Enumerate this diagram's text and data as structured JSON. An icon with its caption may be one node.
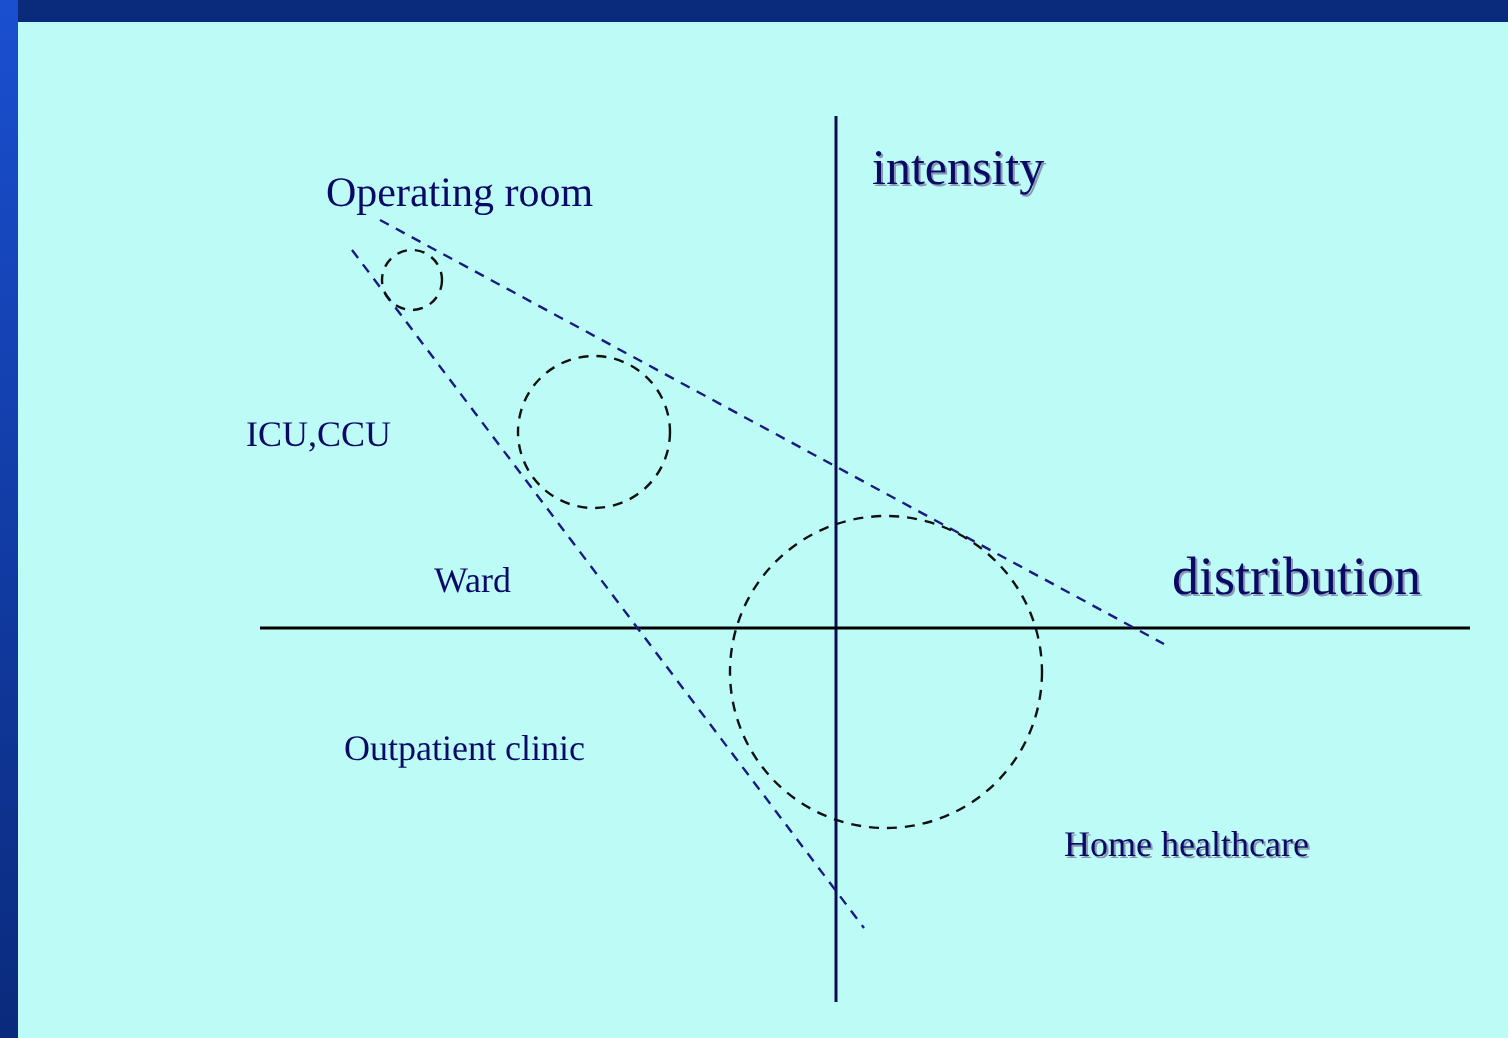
{
  "diagram": {
    "nodes": [
      {
        "text": [],
        "shape": "circle"
      },
      {
        "text": [],
        "shape": "circle"
      },
      {
        "text": [],
        "shape": "circle"
      }
    ],
    "labels": [
      "Operating room",
      "intensity",
      "ICU,CCU",
      "Ward",
      "distribution",
      "Outpatient clinic",
      "Home healthcare"
    ]
  }
}
